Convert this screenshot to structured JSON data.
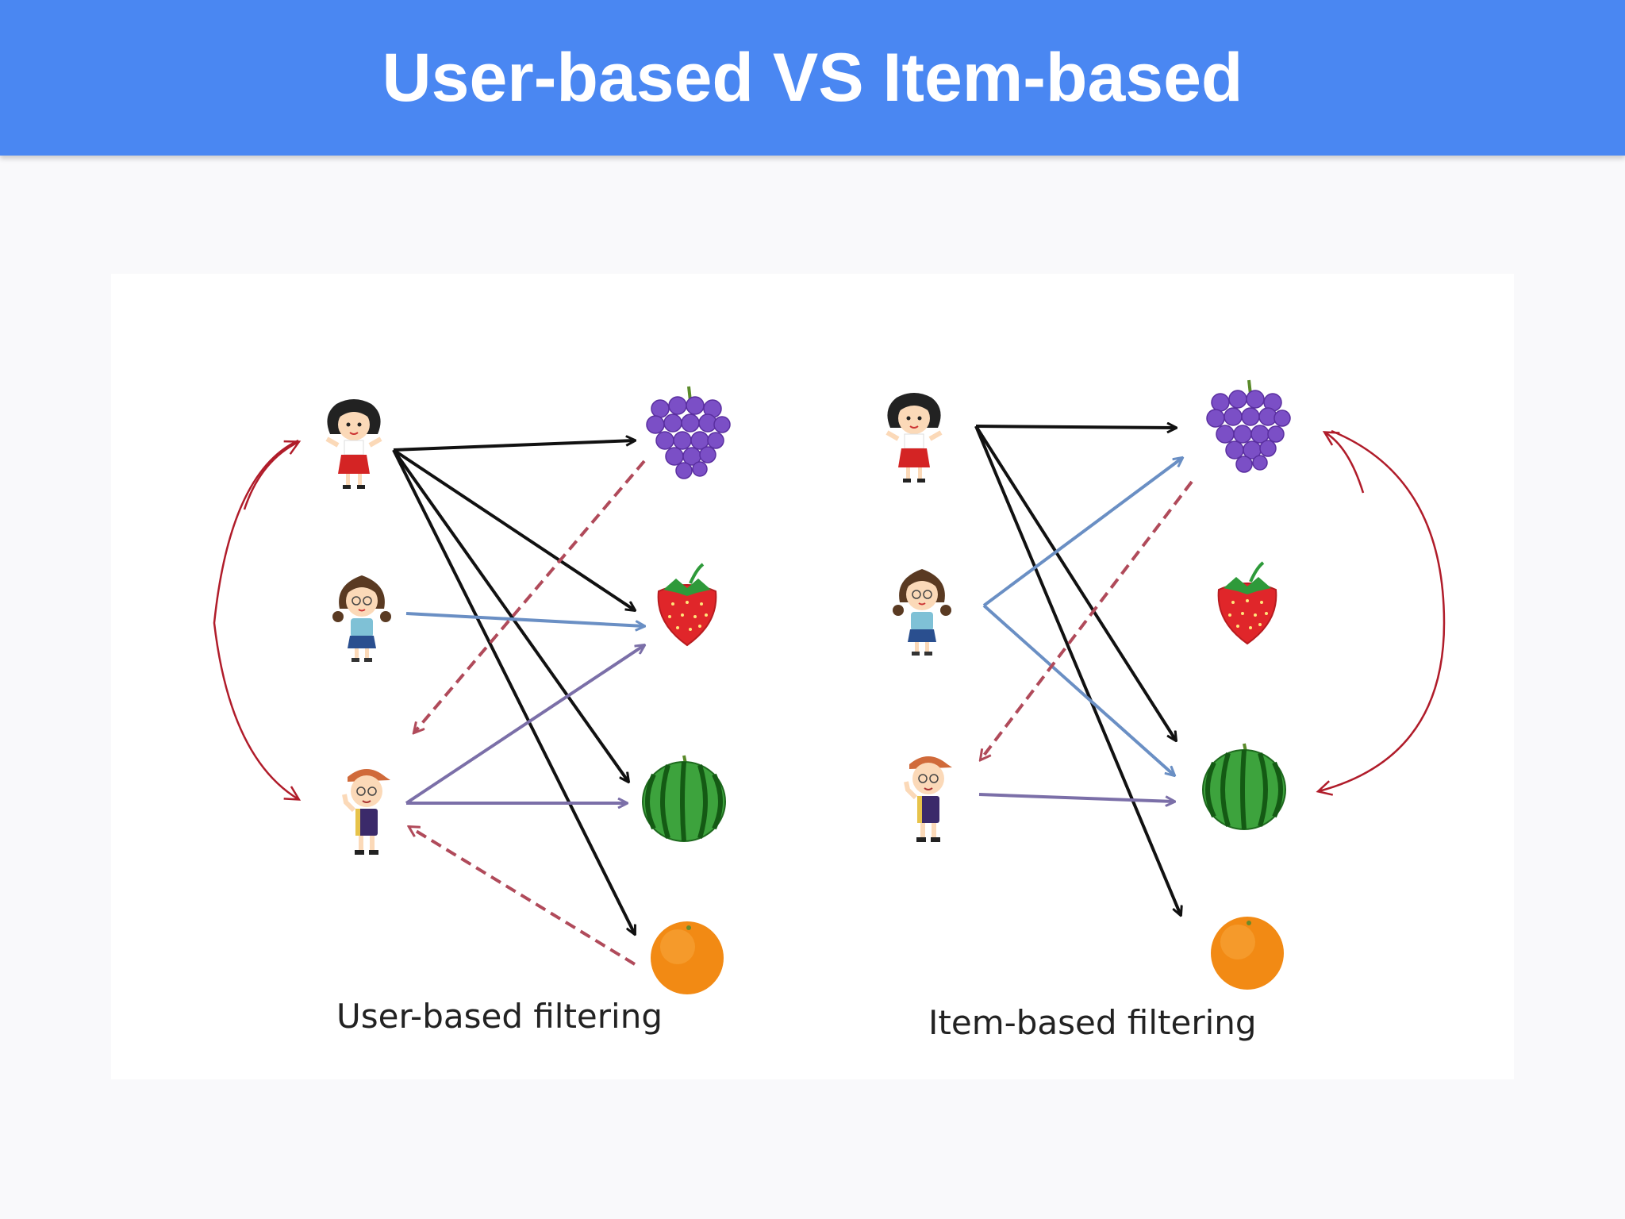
{
  "header": {
    "title": "User-based VS Item-based"
  },
  "left_panel": {
    "caption": "User-based filtering"
  },
  "right_panel": {
    "caption": "Item-based filtering"
  },
  "colors": {
    "header_bg": "#4a87f2",
    "black_arrow": "#111111",
    "blue_arrow": "#6a8fc4",
    "purple_arrow": "#7b6fa8",
    "red_dashed": "#b04a5a",
    "red_curve": "#b01c2a"
  },
  "icons": [
    "girl-red-dress-icon",
    "girl-pigtails-icon",
    "boy-cap-icon",
    "grape-icon",
    "strawberry-icon",
    "watermelon-icon",
    "orange-icon"
  ]
}
